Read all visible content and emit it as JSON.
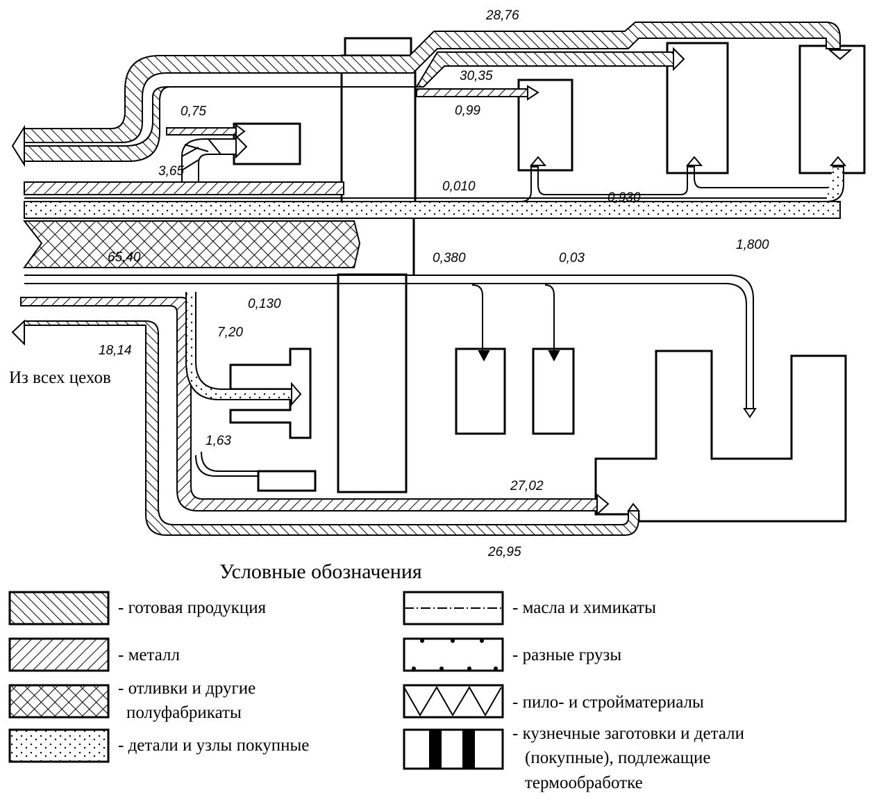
{
  "flows": {
    "finished_top": "28,76",
    "finished_inner": "30,35",
    "metal_to_shop": "0,99",
    "metal_small": "0,75",
    "lumber": "3,65",
    "purchased_a": "0,010",
    "purchased_b": "0,930",
    "purchased_c": "1,800",
    "castings": "65,40",
    "misc_a": "0,380",
    "misc_b": "0,03",
    "misc_c": "0,130",
    "misc_d": "7,20",
    "out_finished": "18,14",
    "oils": "1,63",
    "metal_return": "27,02",
    "finished_return": "26,95"
  },
  "source_caption": "Из всех цехов",
  "legend": {
    "title": "Условные обозначения",
    "items": [
      {
        "pattern": "finished-products",
        "label": "- готовая продукция"
      },
      {
        "pattern": "metal",
        "label": "- металл"
      },
      {
        "pattern": "castings",
        "label": "- отливки и другие",
        "label2": "полуфабрикаты"
      },
      {
        "pattern": "purchased-parts",
        "label": "- детали и узлы покупные"
      },
      {
        "pattern": "oils",
        "label": "- масла и химикаты"
      },
      {
        "pattern": "misc-cargo",
        "label": "- разные грузы"
      },
      {
        "pattern": "lumber",
        "label": "- пило- и стройматериалы"
      },
      {
        "pattern": "forgings",
        "label": "- кузнечные заготовки и детали",
        "label2": "(покупные), подлежащие",
        "label3": "термообработке"
      }
    ]
  }
}
